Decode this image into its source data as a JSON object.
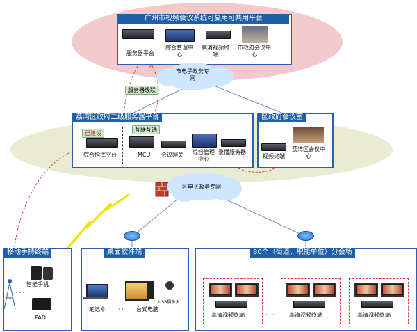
{
  "top": {
    "title": "广州市视频会议系统可复用可共用平台",
    "server_platform": "服务器平台",
    "mgmt_center": "综合管理中心",
    "hd_terminal": "高清视频终端",
    "city_conf_center": "市政府会议中心",
    "city_network": "市电子政务专网"
  },
  "server_cascade": "服务器级联",
  "district": {
    "title": "荔湾区政府二级服务器平台",
    "built": "已建设",
    "interconnect": "互联互通",
    "command_platform": "综合指挥平台",
    "mcu": "MCU",
    "gateway": "会议网关",
    "mgmt_center": "综合管理中心",
    "recording_server": "录播服务器"
  },
  "meeting_room": {
    "title": "区政府会议室",
    "video_terminal": "视频终端",
    "liwan_center": "荔湾区会议中心"
  },
  "district_network": "区电子政务专网",
  "mobile": {
    "title": "移动手持终端",
    "smartphone": "智能手机",
    "dots": "· · ·",
    "pad": "PAD"
  },
  "desktop": {
    "title": "桌面软件端",
    "laptop": "笔记本",
    "dots": "· · ·",
    "pc": "台式电脑",
    "usb_camera": "USB摄像头"
  },
  "venues": {
    "title": "80个（街道、职能单位）分会场",
    "terminal_1": "高清视频终端",
    "dots": "· · ·",
    "terminal_2": "高清视频终端",
    "terminal_3": "高清视频终端"
  },
  "colors": {
    "title_bar": "#1f5fa8",
    "ellipse_top": "#f2c9cc",
    "ellipse_mid": "#e9ecd2",
    "link_red": "#d33"
  }
}
